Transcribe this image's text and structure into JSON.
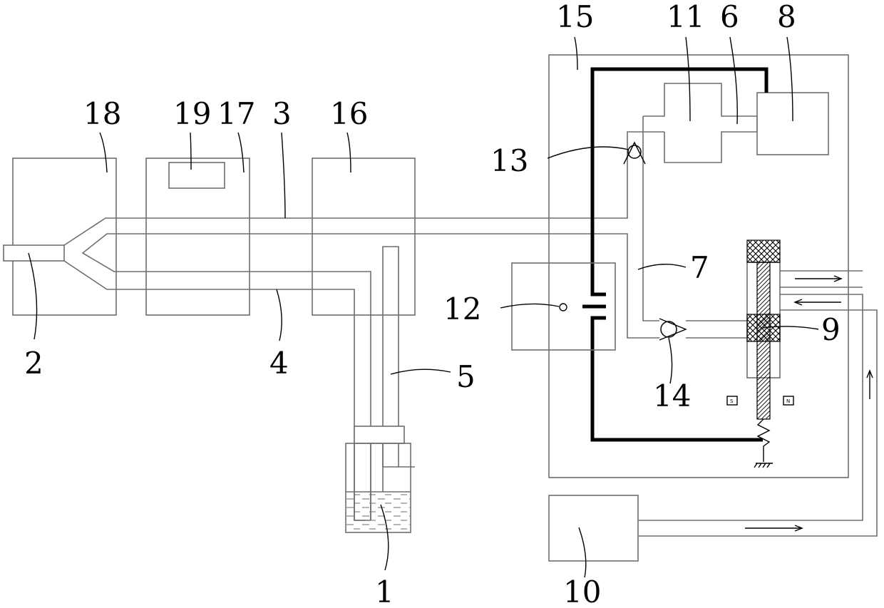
{
  "labels": {
    "l1": "1",
    "l2": "2",
    "l3": "3",
    "l4": "4",
    "l5": "5",
    "l6": "6",
    "l7": "7",
    "l8": "8",
    "l9": "9",
    "l10": "10",
    "l11": "11",
    "l12": "12",
    "l13": "13",
    "l14": "14",
    "l15": "15",
    "l16": "16",
    "l17": "17",
    "l18": "18",
    "l19": "19"
  },
  "magnet": {
    "south": "S",
    "north": "N"
  }
}
